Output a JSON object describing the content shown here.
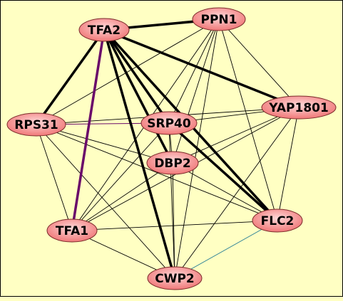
{
  "graph": {
    "nodes": [
      {
        "id": "TFA2",
        "label": "TFA2"
      },
      {
        "id": "PPN1",
        "label": "PPN1"
      },
      {
        "id": "YAP1801",
        "label": "YAP1801"
      },
      {
        "id": "RPS31",
        "label": "RPS31"
      },
      {
        "id": "SRP40",
        "label": "SRP40"
      },
      {
        "id": "DBP2",
        "label": "DBP2"
      },
      {
        "id": "TFA1",
        "label": "TFA1"
      },
      {
        "id": "FLC2",
        "label": "FLC2"
      },
      {
        "id": "CWP2",
        "label": "CWP2"
      }
    ],
    "edges": [
      {
        "source": "TFA2",
        "target": "PPN1",
        "weight": "heavy"
      },
      {
        "source": "TFA2",
        "target": "YAP1801",
        "weight": "heavy"
      },
      {
        "source": "TFA2",
        "target": "RPS31",
        "weight": "heavy"
      },
      {
        "source": "TFA2",
        "target": "SRP40",
        "weight": "heavy"
      },
      {
        "source": "TFA2",
        "target": "DBP2",
        "weight": "heavy"
      },
      {
        "source": "TFA2",
        "target": "FLC2",
        "weight": "heavy"
      },
      {
        "source": "TFA2",
        "target": "CWP2",
        "weight": "heavy"
      },
      {
        "source": "TFA2",
        "target": "TFA1",
        "weight": "purple"
      },
      {
        "source": "PPN1",
        "target": "RPS31",
        "weight": "thin"
      },
      {
        "source": "PPN1",
        "target": "SRP40",
        "weight": "thin"
      },
      {
        "source": "PPN1",
        "target": "DBP2",
        "weight": "thin"
      },
      {
        "source": "PPN1",
        "target": "YAP1801",
        "weight": "thin"
      },
      {
        "source": "PPN1",
        "target": "TFA1",
        "weight": "thin"
      },
      {
        "source": "PPN1",
        "target": "CWP2",
        "weight": "thin"
      },
      {
        "source": "PPN1",
        "target": "FLC2",
        "weight": "thin"
      },
      {
        "source": "YAP1801",
        "target": "RPS31",
        "weight": "thin"
      },
      {
        "source": "YAP1801",
        "target": "SRP40",
        "weight": "thin"
      },
      {
        "source": "YAP1801",
        "target": "DBP2",
        "weight": "thin"
      },
      {
        "source": "YAP1801",
        "target": "TFA1",
        "weight": "thin"
      },
      {
        "source": "YAP1801",
        "target": "CWP2",
        "weight": "thin"
      },
      {
        "source": "YAP1801",
        "target": "FLC2",
        "weight": "thin"
      },
      {
        "source": "RPS31",
        "target": "SRP40",
        "weight": "purple-thin"
      },
      {
        "source": "RPS31",
        "target": "DBP2",
        "weight": "thin"
      },
      {
        "source": "RPS31",
        "target": "TFA1",
        "weight": "thin"
      },
      {
        "source": "RPS31",
        "target": "CWP2",
        "weight": "thin"
      },
      {
        "source": "RPS31",
        "target": "FLC2",
        "weight": "thin"
      },
      {
        "source": "SRP40",
        "target": "DBP2",
        "weight": "thin"
      },
      {
        "source": "SRP40",
        "target": "TFA1",
        "weight": "thin"
      },
      {
        "source": "SRP40",
        "target": "CWP2",
        "weight": "thin"
      },
      {
        "source": "SRP40",
        "target": "FLC2",
        "weight": "heavy"
      },
      {
        "source": "DBP2",
        "target": "TFA1",
        "weight": "thin"
      },
      {
        "source": "DBP2",
        "target": "CWP2",
        "weight": "thin"
      },
      {
        "source": "DBP2",
        "target": "FLC2",
        "weight": "thin"
      },
      {
        "source": "TFA1",
        "target": "FLC2",
        "weight": "thin"
      },
      {
        "source": "TFA1",
        "target": "CWP2",
        "weight": "thin"
      },
      {
        "source": "FLC2",
        "target": "CWP2",
        "weight": "teal"
      }
    ]
  },
  "colors": {
    "background": "#FFFFC3",
    "node_fill_light": "#FFD8D8",
    "node_fill_dark": "#F07878",
    "node_stroke": "#7A2A2A",
    "edge_thin": "#000000",
    "edge_heavy": "#000000",
    "edge_purple": "#6A0A6A",
    "edge_teal": "#3A8A9A"
  }
}
